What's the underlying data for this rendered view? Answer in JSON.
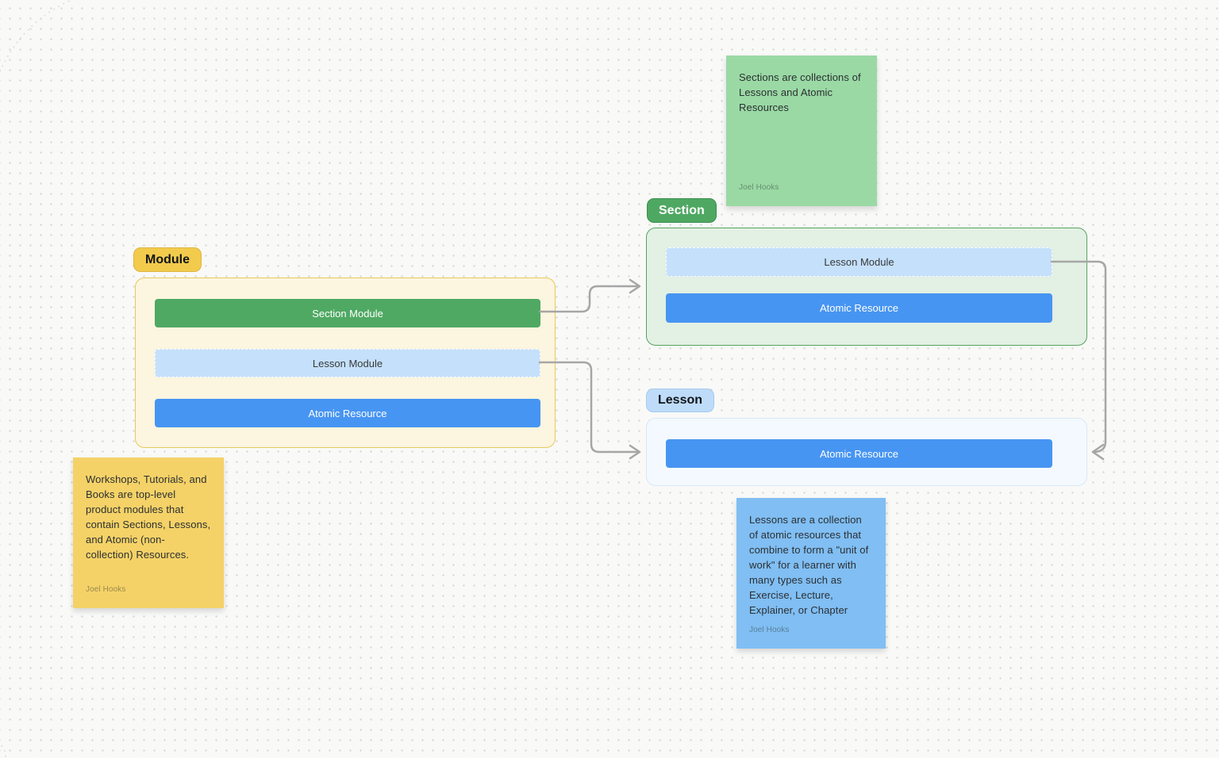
{
  "canvas": {
    "background": "#f9f9f8",
    "dot_color": "#d7d7d5"
  },
  "labels": {
    "module": "Module",
    "section": "Section",
    "lesson": "Lesson"
  },
  "module_frame": {
    "bars": [
      {
        "label": "Section Module",
        "color": "#4fa963"
      },
      {
        "label": "Lesson Module",
        "color": "#c5e0fa"
      },
      {
        "label": "Atomic Resource",
        "color": "#4795f2"
      }
    ]
  },
  "section_frame": {
    "bars": [
      {
        "label": "Lesson Module",
        "color": "#c5e0fa"
      },
      {
        "label": "Atomic Resource",
        "color": "#4795f2"
      }
    ]
  },
  "lesson_frame": {
    "bars": [
      {
        "label": "Atomic Resource",
        "color": "#4795f2"
      }
    ]
  },
  "stickies": {
    "green": {
      "text": "Sections are collections of Lessons and Atomic Resources",
      "author": "Joel Hooks",
      "color": "#9ad9a4"
    },
    "yellow": {
      "text": "Workshops, Tutorials, and Books are top-level product modules that contain Sections, Lessons, and Atomic (non-collection) Resources.",
      "author": "Joel Hooks",
      "color": "#f5d267"
    },
    "blue": {
      "text": "Lessons are a collection of atomic resources that combine to form a \"unit of work\" for a learner with many types such as Exercise, Lecture, Explainer, or Chapter",
      "author": "Joel Hooks",
      "color": "#80bef3"
    }
  },
  "connector_color": "#a6a6a6"
}
